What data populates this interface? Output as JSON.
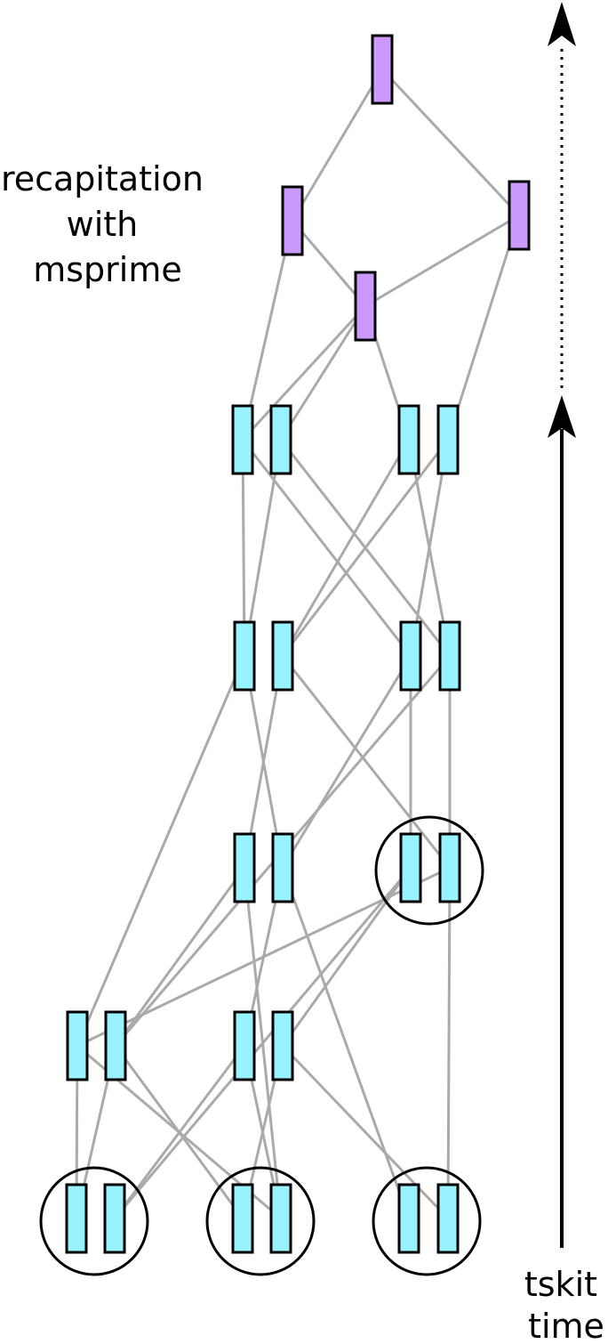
{
  "annotation": {
    "lines": [
      "recapitation",
      "with",
      "msprime"
    ]
  },
  "time_axis": {
    "lines": [
      "tskit",
      "time"
    ]
  },
  "colors": {
    "recapitated_node": "#cc99ff",
    "simulated_node": "#99f2ff",
    "edge": "#aaaaaa",
    "outline": "#000000"
  }
}
